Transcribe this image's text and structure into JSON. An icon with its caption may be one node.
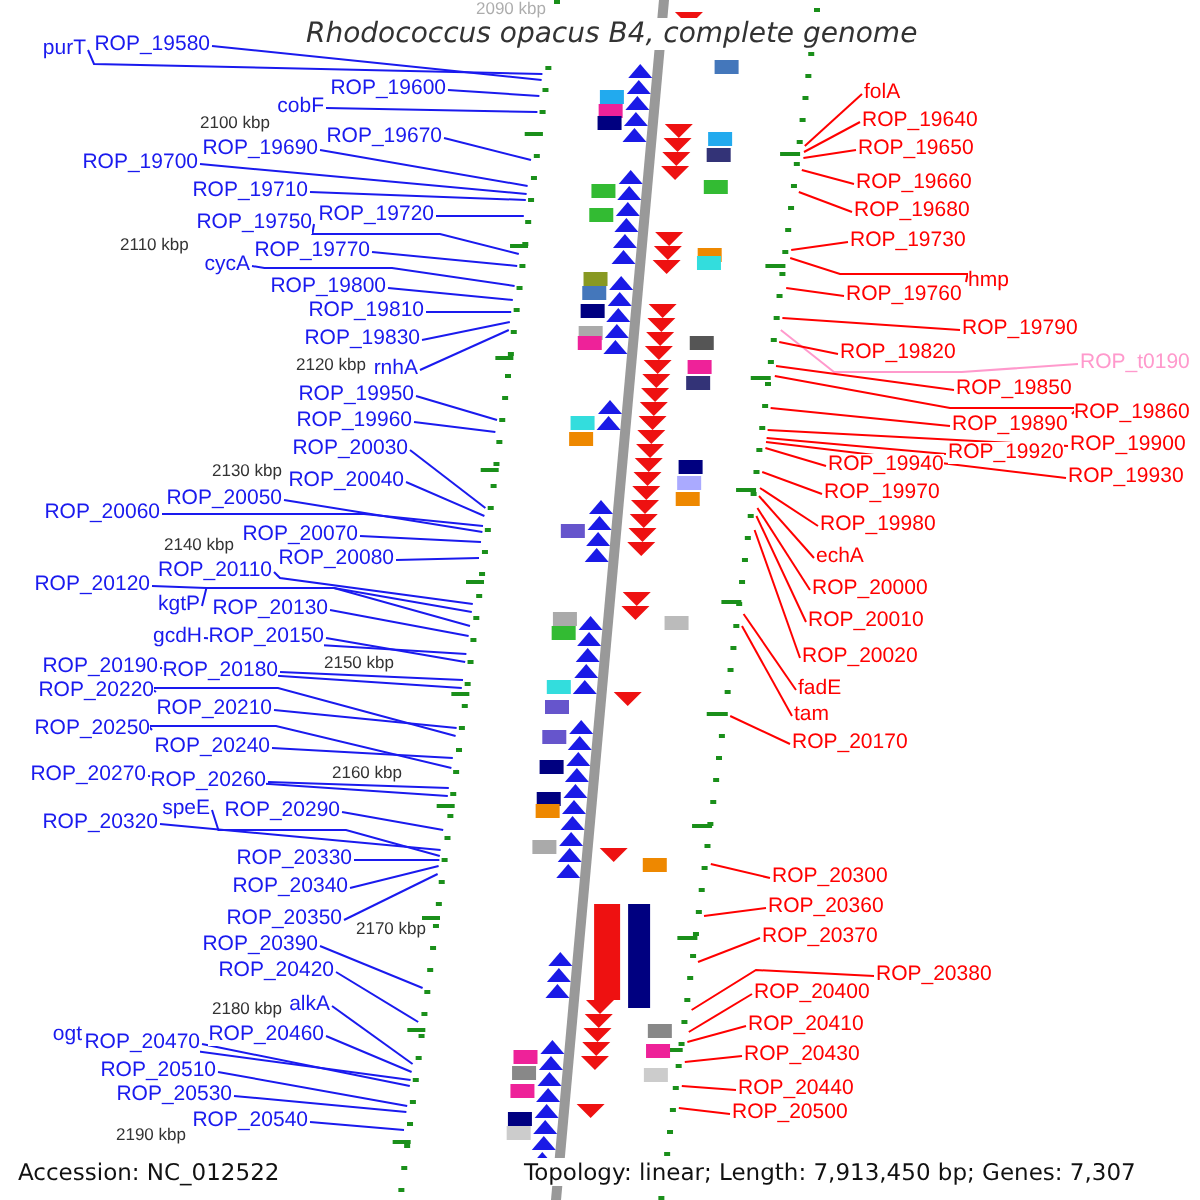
{
  "diagram": {
    "title": "Rhodococcus opacus B4, complete genome",
    "nodes": [
      {
        "text": [
          "purT"
        ]
      },
      {
        "text": [
          "ROP_19580"
        ]
      },
      {
        "text": [
          "ROP_19600"
        ]
      },
      {
        "text": [
          "cobF"
        ]
      },
      {
        "text": [
          "ROP_19670"
        ]
      },
      {
        "text": [
          "ROP_19700"
        ]
      },
      {
        "text": [
          "ROP_19690"
        ]
      },
      {
        "text": [
          "ROP_19710"
        ]
      },
      {
        "text": [
          "ROP_19720"
        ]
      },
      {
        "text": [
          "ROP_19750"
        ]
      },
      {
        "text": [
          "cycA"
        ]
      },
      {
        "text": [
          "ROP_19770"
        ]
      },
      {
        "text": [
          "ROP_19800"
        ]
      },
      {
        "text": [
          "ROP_19810"
        ]
      },
      {
        "text": [
          "ROP_19830"
        ]
      },
      {
        "text": [
          "rnhA"
        ]
      },
      {
        "text": [
          "ROP_19950"
        ]
      },
      {
        "text": [
          "ROP_19960"
        ]
      },
      {
        "text": [
          "ROP_20030"
        ]
      },
      {
        "text": [
          "ROP_20040"
        ]
      },
      {
        "text": [
          "ROP_20060"
        ]
      },
      {
        "text": [
          "ROP_20050"
        ]
      },
      {
        "text": [
          "ROP_20070"
        ]
      },
      {
        "text": [
          "ROP_20080"
        ]
      },
      {
        "text": [
          "ROP_20120"
        ]
      },
      {
        "text": [
          "ROP_20110"
        ]
      },
      {
        "text": [
          "kgtP"
        ]
      },
      {
        "text": [
          "ROP_20130"
        ]
      },
      {
        "text": [
          "gcdH"
        ]
      },
      {
        "text": [
          "ROP_20150"
        ]
      },
      {
        "text": [
          "ROP_20190"
        ]
      },
      {
        "text": [
          "ROP_20180"
        ]
      },
      {
        "text": [
          "ROP_20220"
        ]
      },
      {
        "text": [
          "ROP_20210"
        ]
      },
      {
        "text": [
          "ROP_20250"
        ]
      },
      {
        "text": [
          "ROP_20240"
        ]
      },
      {
        "text": [
          "ROP_20270"
        ]
      },
      {
        "text": [
          "ROP_20260"
        ]
      },
      {
        "text": [
          "ROP_20290"
        ]
      },
      {
        "text": [
          "ROP_20320"
        ]
      },
      {
        "text": [
          "speE"
        ]
      },
      {
        "text": [
          "ROP_20330"
        ]
      },
      {
        "text": [
          "ROP_20340"
        ]
      },
      {
        "text": [
          "ROP_20350"
        ]
      },
      {
        "text": [
          "ROP_20390"
        ]
      },
      {
        "text": [
          "ROP_20420"
        ]
      },
      {
        "text": [
          "alkA"
        ]
      },
      {
        "text": [
          "ROP_20460"
        ]
      },
      {
        "text": [
          "ogt"
        ]
      },
      {
        "text": [
          "ROP_20470"
        ]
      },
      {
        "text": [
          "ROP_20510"
        ]
      },
      {
        "text": [
          "ROP_20530"
        ]
      },
      {
        "text": [
          "ROP_20540"
        ]
      },
      {
        "text": [
          "folA"
        ]
      },
      {
        "text": [
          "ROP_19640"
        ]
      },
      {
        "text": [
          "ROP_19650"
        ]
      },
      {
        "text": [
          "ROP_19660"
        ]
      },
      {
        "text": [
          "ROP_19680"
        ]
      },
      {
        "text": [
          "ROP_19730"
        ]
      },
      {
        "text": [
          "hmp"
        ]
      },
      {
        "text": [
          "ROP_19760"
        ]
      },
      {
        "text": [
          "ROP_19790"
        ]
      },
      {
        "text": [
          "ROP_t0190"
        ]
      },
      {
        "text": [
          "ROP_19820"
        ]
      },
      {
        "text": [
          "ROP_19850"
        ]
      },
      {
        "text": [
          "ROP_19860"
        ]
      },
      {
        "text": [
          "ROP_19890"
        ]
      },
      {
        "text": [
          "ROP_19900"
        ]
      },
      {
        "text": [
          "ROP_19920"
        ]
      },
      {
        "text": [
          "ROP_19930"
        ]
      },
      {
        "text": [
          "ROP_19940"
        ]
      },
      {
        "text": [
          "ROP_19970"
        ]
      },
      {
        "text": [
          "ROP_19980"
        ]
      },
      {
        "text": [
          "echA"
        ]
      },
      {
        "text": [
          "ROP_20000"
        ]
      },
      {
        "text": [
          "ROP_20010"
        ]
      },
      {
        "text": [
          "ROP_20020"
        ]
      },
      {
        "text": [
          "fadE"
        ]
      },
      {
        "text": [
          "tam"
        ]
      },
      {
        "text": [
          "ROP_20170"
        ]
      },
      {
        "text": [
          "ROP_20300"
        ]
      },
      {
        "text": [
          "ROP_20360"
        ]
      },
      {
        "text": [
          "ROP_20370"
        ]
      },
      {
        "text": [
          "ROP_20380"
        ]
      },
      {
        "text": [
          "ROP_20400"
        ]
      },
      {
        "text": [
          "ROP_20410"
        ]
      },
      {
        "text": [
          "ROP_20430"
        ]
      },
      {
        "text": [
          "ROP_20440"
        ]
      },
      {
        "text": [
          "ROP_20500"
        ]
      }
    ],
    "edges": [
      {
        "from": 0,
        "to": null,
        "arrow": "none"
      },
      {
        "from": 1,
        "to": null,
        "arrow": "none"
      },
      {
        "from": 2,
        "to": null,
        "arrow": "none"
      },
      {
        "from": 3,
        "to": null,
        "arrow": "none"
      },
      {
        "from": 4,
        "to": null,
        "arrow": "none"
      },
      {
        "from": 5,
        "to": null,
        "arrow": "none"
      },
      {
        "from": 6,
        "to": null,
        "arrow": "none"
      },
      {
        "from": 7,
        "to": null,
        "arrow": "none"
      },
      {
        "from": 8,
        "to": null,
        "arrow": "none"
      },
      {
        "from": 9,
        "to": null,
        "arrow": "none"
      },
      {
        "from": 10,
        "to": null,
        "arrow": "none"
      },
      {
        "from": 11,
        "to": null,
        "arrow": "none"
      },
      {
        "from": 12,
        "to": null,
        "arrow": "none"
      },
      {
        "from": 13,
        "to": null,
        "arrow": "none"
      },
      {
        "from": 14,
        "to": null,
        "arrow": "none"
      },
      {
        "from": 15,
        "to": null,
        "arrow": "none"
      },
      {
        "from": 16,
        "to": null,
        "arrow": "none"
      },
      {
        "from": 17,
        "to": null,
        "arrow": "none"
      },
      {
        "from": 18,
        "to": null,
        "arrow": "none"
      },
      {
        "from": 19,
        "to": null,
        "arrow": "none"
      },
      {
        "from": 20,
        "to": null,
        "arrow": "none"
      },
      {
        "from": 21,
        "to": null,
        "arrow": "none"
      },
      {
        "from": 22,
        "to": null,
        "arrow": "none"
      },
      {
        "from": 23,
        "to": null,
        "arrow": "none"
      },
      {
        "from": 24,
        "to": null,
        "arrow": "none"
      },
      {
        "from": 25,
        "to": null,
        "arrow": "none"
      },
      {
        "from": 26,
        "to": null,
        "arrow": "none"
      },
      {
        "from": 27,
        "to": null,
        "arrow": "none"
      },
      {
        "from": 28,
        "to": null,
        "arrow": "none"
      },
      {
        "from": 29,
        "to": null,
        "arrow": "none"
      },
      {
        "from": 30,
        "to": null,
        "arrow": "none"
      },
      {
        "from": 31,
        "to": null,
        "arrow": "none"
      },
      {
        "from": 32,
        "to": null,
        "arrow": "none"
      },
      {
        "from": 33,
        "to": null,
        "arrow": "none"
      },
      {
        "from": 34,
        "to": null,
        "arrow": "none"
      },
      {
        "from": 35,
        "to": null,
        "arrow": "none"
      },
      {
        "from": 36,
        "to": null,
        "arrow": "none"
      },
      {
        "from": 37,
        "to": null,
        "arrow": "none"
      },
      {
        "from": 38,
        "to": null,
        "arrow": "none"
      },
      {
        "from": 39,
        "to": null,
        "arrow": "none"
      },
      {
        "from": 40,
        "to": null,
        "arrow": "none"
      },
      {
        "from": 41,
        "to": null,
        "arrow": "none"
      },
      {
        "from": 42,
        "to": null,
        "arrow": "none"
      },
      {
        "from": 43,
        "to": null,
        "arrow": "none"
      },
      {
        "from": 44,
        "to": null,
        "arrow": "none"
      },
      {
        "from": 45,
        "to": null,
        "arrow": "none"
      },
      {
        "from": 46,
        "to": null,
        "arrow": "none"
      },
      {
        "from": 47,
        "to": null,
        "arrow": "none"
      },
      {
        "from": 48,
        "to": null,
        "arrow": "none"
      },
      {
        "from": 49,
        "to": null,
        "arrow": "none"
      },
      {
        "from": 50,
        "to": null,
        "arrow": "none"
      },
      {
        "from": 51,
        "to": null,
        "arrow": "none"
      },
      {
        "from": 52,
        "to": null,
        "arrow": "none"
      },
      {
        "from": 53,
        "to": null,
        "arrow": "none",
        "color": "#ff0000"
      },
      {
        "from": 54,
        "to": null,
        "arrow": "none",
        "color": "#ff0000"
      },
      {
        "from": 55,
        "to": null,
        "arrow": "none",
        "color": "#ff0000"
      },
      {
        "from": 56,
        "to": null,
        "arrow": "none",
        "color": "#ff0000"
      },
      {
        "from": 57,
        "to": null,
        "arrow": "none",
        "color": "#ff0000"
      },
      {
        "from": 58,
        "to": null,
        "arrow": "none",
        "color": "#ff0000"
      },
      {
        "from": 59,
        "to": null,
        "arrow": "none",
        "color": "#ff0000"
      },
      {
        "from": 60,
        "to": null,
        "arrow": "none",
        "color": "#ff0000"
      },
      {
        "from": 61,
        "to": null,
        "arrow": "none",
        "color": "#ff0000"
      },
      {
        "from": 62,
        "to": null,
        "arrow": "none",
        "color": "#ff99cc"
      },
      {
        "from": 63,
        "to": null,
        "arrow": "none",
        "color": "#ff0000"
      },
      {
        "from": 64,
        "to": null,
        "arrow": "none",
        "color": "#ff0000"
      },
      {
        "from": 65,
        "to": null,
        "arrow": "none",
        "color": "#ff0000"
      },
      {
        "from": 66,
        "to": null,
        "arrow": "none",
        "color": "#ff0000"
      },
      {
        "from": 67,
        "to": null,
        "arrow": "none",
        "color": "#ff0000"
      },
      {
        "from": 68,
        "to": null,
        "arrow": "none",
        "color": "#ff0000"
      },
      {
        "from": 69,
        "to": null,
        "arrow": "none",
        "color": "#ff0000"
      },
      {
        "from": 70,
        "to": null,
        "arrow": "none",
        "color": "#ff0000"
      },
      {
        "from": 71,
        "to": null,
        "arrow": "none",
        "color": "#ff0000"
      },
      {
        "from": 72,
        "to": null,
        "arrow": "none",
        "color": "#ff0000"
      },
      {
        "from": 73,
        "to": null,
        "arrow": "none",
        "color": "#ff0000"
      },
      {
        "from": 74,
        "to": null,
        "arrow": "none",
        "color": "#ff0000"
      },
      {
        "from": 75,
        "to": null,
        "arrow": "none",
        "color": "#ff0000"
      },
      {
        "from": 76,
        "to": null,
        "arrow": "none",
        "color": "#ff0000"
      },
      {
        "from": 77,
        "to": null,
        "arrow": "none",
        "color": "#ff0000"
      },
      {
        "from": 78,
        "to": null,
        "arrow": "none",
        "color": "#ff0000"
      },
      {
        "from": 79,
        "to": null,
        "arrow": "none",
        "color": "#ff0000"
      },
      {
        "from": 80,
        "to": null,
        "arrow": "none",
        "color": "#ff0000"
      },
      {
        "from": 81,
        "to": null,
        "arrow": "none",
        "color": "#ff0000"
      },
      {
        "from": 82,
        "to": null,
        "arrow": "none",
        "color": "#ff0000"
      },
      {
        "from": 83,
        "to": null,
        "arrow": "none",
        "color": "#ff0000"
      },
      {
        "from": 84,
        "to": null,
        "arrow": "none",
        "color": "#ff0000"
      },
      {
        "from": 85,
        "to": null,
        "arrow": "none",
        "color": "#ff0000"
      },
      {
        "from": 86,
        "to": null,
        "arrow": "none",
        "color": "#ff0000"
      },
      {
        "from": 87,
        "to": null,
        "arrow": "none",
        "color": "#ff0000"
      },
      {
        "from": 88,
        "to": null,
        "arrow": "none",
        "color": "#ff0000"
      }
    ],
    "labels": [
      "2090 kbp",
      "2100 kbp",
      "2110 kbp",
      "2120 kbp",
      "2130 kbp",
      "2140 kbp",
      "2150 kbp",
      "2160 kbp",
      "2170 kbp",
      "2180 kbp",
      "2190 kbp",
      "Accession: NC_012522",
      "Topology: linear; Length: 7,913,450 bp; Genes: 7,307"
    ]
  }
}
